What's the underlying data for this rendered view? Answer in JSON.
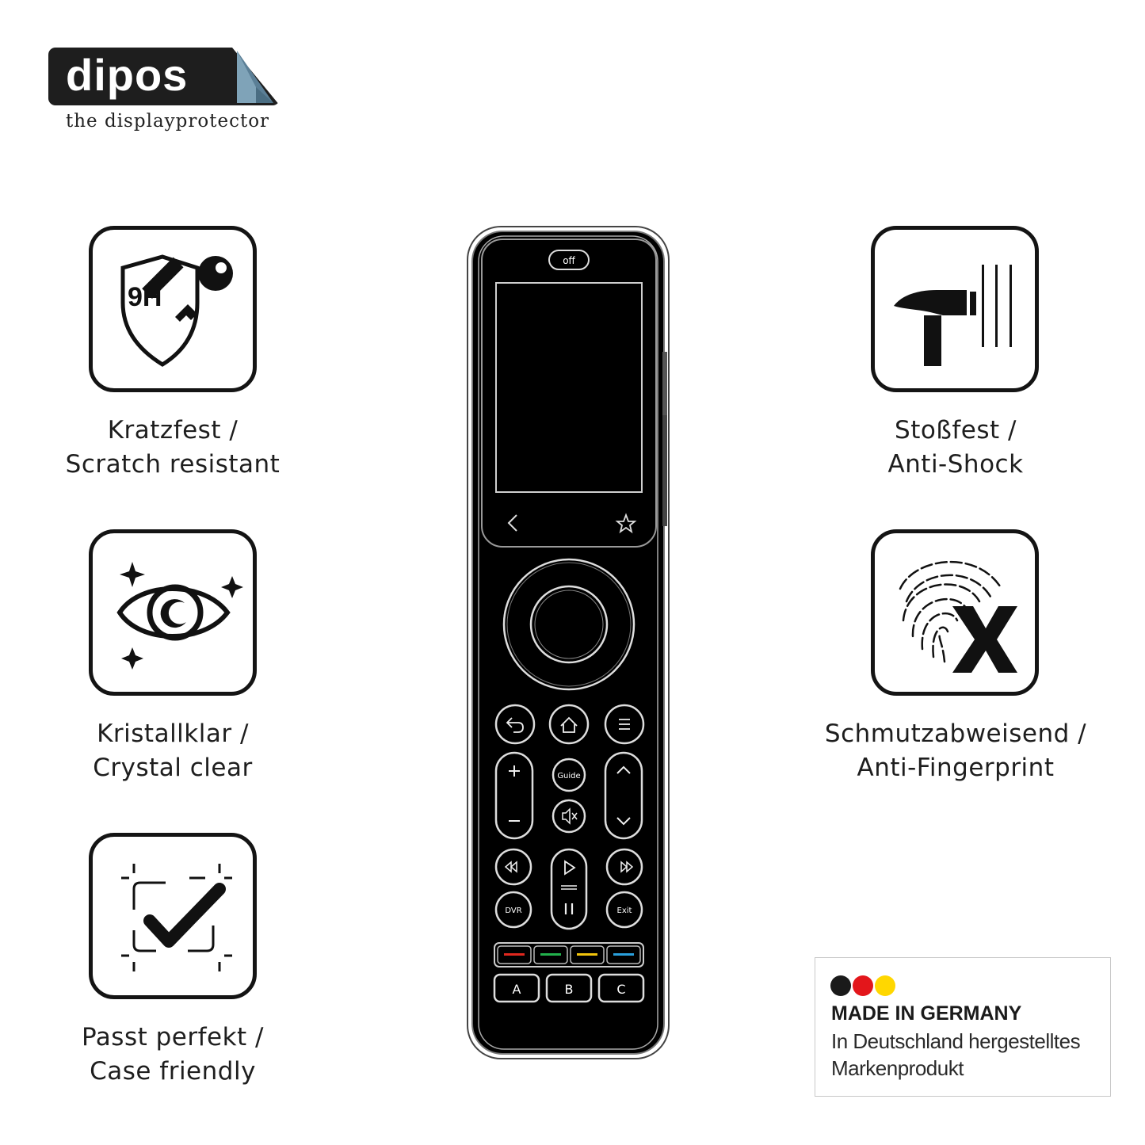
{
  "brand": {
    "name": "dipos",
    "tagline": "the displayprotector"
  },
  "features": [
    {
      "id": "scratch",
      "icon": "shield-key-icon",
      "badge": "9H",
      "line1": "Kratzfest /",
      "line2": "Scratch resistant"
    },
    {
      "id": "clear",
      "icon": "eye-sparkle-icon",
      "line1": "Kristallklar /",
      "line2": "Crystal clear"
    },
    {
      "id": "fit",
      "icon": "frame-check-icon",
      "line1": "Passt perfekt /",
      "line2": "Case friendly"
    },
    {
      "id": "shock",
      "icon": "hammer-icon",
      "line1": "Stoßfest /",
      "line2": "Anti-Shock"
    },
    {
      "id": "fingerprint",
      "icon": "fingerprint-x-icon",
      "line1": "Schmutzabweisend /",
      "line2": "Anti-Fingerprint"
    }
  ],
  "remote": {
    "power_label": "off",
    "guide_label": "Guide",
    "dvr_label": "DVR",
    "exit_label": "Exit",
    "key_a": "A",
    "key_b": "B",
    "key_c": "C",
    "color_keys": [
      "#e0281e",
      "#22b14c",
      "#f2c40c",
      "#2aa0dc"
    ]
  },
  "made_in": {
    "title": "MADE IN GERMANY",
    "line1": "In Deutschland hergestelltes",
    "line2": "Markenprodukt",
    "flag_colors": [
      "#1a1a1a",
      "#e3161b",
      "#ffd700"
    ]
  }
}
